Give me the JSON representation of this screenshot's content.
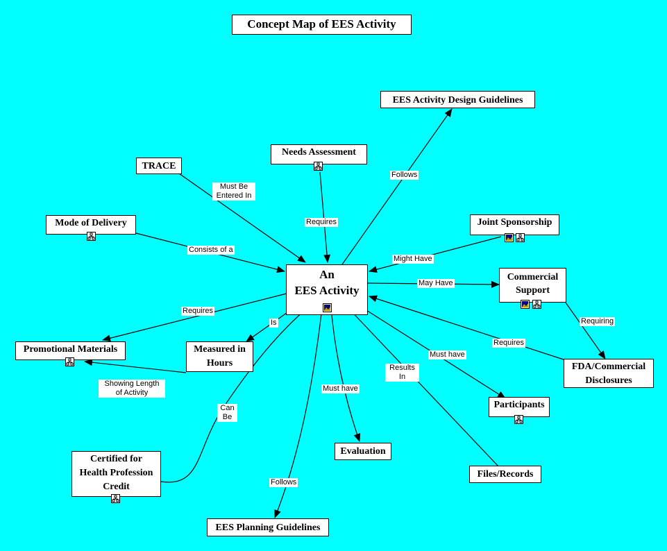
{
  "title": "Concept Map of EES Activity",
  "nodes": {
    "center_l1": "An",
    "center_l2": "EES Activity",
    "design_guidelines": "EES Activity Design Guidelines",
    "needs_assessment": "Needs Assessment",
    "trace": "TRACE",
    "mode_of_delivery": "Mode of Delivery",
    "joint_sponsorship": "Joint Sponsorship",
    "commercial_support_l1": "Commercial",
    "commercial_support_l2": "Support",
    "fda_l1": "FDA/Commercial",
    "fda_l2": "Disclosures",
    "promotional_materials": "Promotional Materials",
    "measured_l1": "Measured in",
    "measured_l2": "Hours",
    "participants": "Participants",
    "evaluation": "Evaluation",
    "files_records": "Files/Records",
    "certified_l1": "Certified for",
    "certified_l2": "Health Profession",
    "certified_l3": "Credit",
    "planning_guidelines": "EES Planning Guidelines"
  },
  "links": {
    "must_be_entered_l1": "Must Be",
    "must_be_entered_l2": "Entered In",
    "requires_needs": "Requires",
    "follows_design": "Follows",
    "consists_of": "Consists of a",
    "might_have": "Might Have",
    "may_have": "May Have",
    "requiring": "Requiring",
    "requires_fda": "Requires",
    "requires_promo": "Requires",
    "is": "Is",
    "showing_l1": "Showing Length",
    "showing_l2": "of Activity",
    "must_have_participants": "Must have",
    "results_l1": "Results",
    "results_l2": "In",
    "must_have_eval": "Must have",
    "can_l1": "Can",
    "can_l2": "Be",
    "follows_planning": "Follows"
  },
  "colors": {
    "background": "#00ffff",
    "node": "#ffffff",
    "line": "#000000"
  },
  "icons": [
    "concept-map-icon",
    "image-resource-icon"
  ]
}
